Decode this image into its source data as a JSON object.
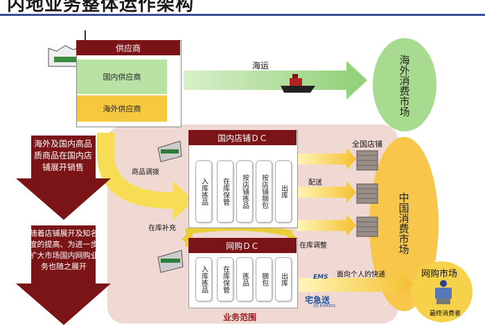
{
  "page": {
    "title": "内地业务整体运作架构",
    "scope_label": "业务范围"
  },
  "supplier": {
    "header": "供应商",
    "domestic": "国内供应商",
    "overseas": "海外供应商"
  },
  "sea_route": {
    "label": "海运",
    "overseas_market": "海外消费市场"
  },
  "side_notes": {
    "note1": "海外及国内高品质商品在国内店铺展开销售",
    "note2": "随着店铺展开及知名度的提高、为进一步扩大市场国内网购业务也随之展开"
  },
  "store_dc": {
    "header": "国内店铺ＤＣ",
    "steps": [
      "入库拣品",
      "在库保管",
      "按店铺拣品",
      "按店铺捆包",
      "出库"
    ]
  },
  "online_dc": {
    "header": "网购ＤＣ",
    "steps": [
      "入库拣品",
      "在库保管",
      "拣品",
      "捆包",
      "出库"
    ]
  },
  "flows": {
    "goods_adjust": "商品调拨",
    "restock": "在库补充",
    "stock_adjust": "在库调整",
    "delivery": "配送",
    "courier": "面向个人的快递",
    "stores": "全国店铺"
  },
  "china_market": "中国消费市场",
  "online_market": {
    "title": "网购市场",
    "consumer": "最终消费者"
  },
  "logos": {
    "ems": "EMS",
    "zjs": "宅急送",
    "zjs_sub": "ZJS EXPRESS"
  },
  "colors": {
    "dark_red": "#7a1416",
    "green": "#9fd688",
    "yellow": "#f5c83d",
    "pink": "#f0d9d3"
  }
}
